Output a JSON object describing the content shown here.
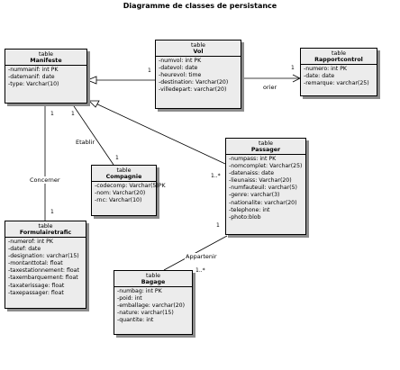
{
  "title": "Diagramme de classes de persistance",
  "classes": {
    "manifeste": {
      "stereotype": "table",
      "name": "Manifeste",
      "attributes": [
        "-nummanif: int PK",
        "-datemanif: date",
        "-type: Varchar(10)"
      ]
    },
    "vol": {
      "stereotype": "table",
      "name": "Vol",
      "attributes": [
        "-numvol: int PK",
        "-datevol: date",
        "-heurevol: time",
        "-destination: Varchar(20)",
        "-villedepart: varchar(20)"
      ]
    },
    "rapportcontrol": {
      "stereotype": "table",
      "name": "Rapportcontrol",
      "attributes": [
        "-numero: int PK",
        "-date: date",
        "-remarque: varchar(25)"
      ]
    },
    "compagnie": {
      "stereotype": "table",
      "name": "Compagnie",
      "attributes": [
        "-codecomp: Varchar(5)PK",
        "-nom: Varchar(20)",
        "-rnc: Varchar(10)"
      ]
    },
    "passager": {
      "stereotype": "table",
      "name": "Passager",
      "attributes": [
        "-numpass: int PK",
        "-nomcomplet: Varchar(25)",
        "-datenaiss: date",
        "-lieunaiss: Varchar(20)",
        "-numfauteuil: varchar(5)",
        "-genre: varchar(3)",
        "-nationalite: varchar(20)",
        "-telephone: int",
        "-photo:blob"
      ]
    },
    "formulaire": {
      "stereotype": "table",
      "name": "Formulairetrafic",
      "attributes": [
        "-numerof: int PK",
        "-datef: date",
        "-designation: varchar(15)",
        "-montanttotal: float",
        "-taxestationnement: float",
        "-taxembarquement: float",
        "-taxaterissage: float",
        "-taxepassager: float"
      ]
    },
    "bagage": {
      "stereotype": "table",
      "name": "Bagage",
      "attributes": [
        "-numbag: int PK",
        "-poid: int",
        "-emballage: varchar(20)",
        "-nature: varchar(15)",
        "-quantite: int"
      ]
    }
  },
  "associations": {
    "etablir": "Etablir",
    "concerner": "Concerner",
    "orier": "orier",
    "appartenir": "Appartenir"
  },
  "multiplicities": {
    "manifeste_vol": "1",
    "manifeste_compagnie": "1",
    "manifeste_formulaire": "1",
    "formulaire_manifeste": "1",
    "compagnie_manifeste": "1",
    "vol_rapport": "1",
    "passager_manifeste": "1..*",
    "passager_bagage": "1",
    "bagage_passager": "1..*"
  }
}
